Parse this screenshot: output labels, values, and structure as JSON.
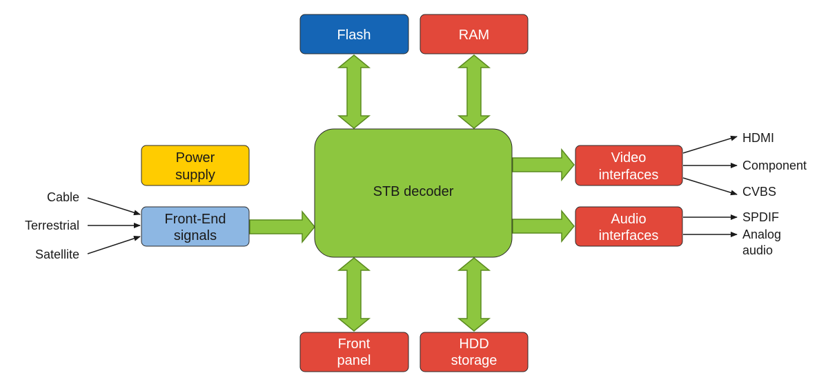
{
  "colors": {
    "flash": "#1565b5",
    "red_block": "#e2483a",
    "decoder": "#8dc63f",
    "power": "#ffcc00",
    "frontend": "#8db7e3",
    "arrow_fill": "#8dc63f",
    "arrow_stroke": "#5a8a1e",
    "line": "#1a1a1a"
  },
  "blocks": {
    "flash": "Flash",
    "ram": "RAM",
    "decoder": "STB decoder",
    "power": [
      "Power",
      "supply"
    ],
    "frontend": [
      "Front-End",
      "signals"
    ],
    "video": [
      "Video",
      "interfaces"
    ],
    "audio": [
      "Audio",
      "interfaces"
    ],
    "front_panel": [
      "Front",
      "panel"
    ],
    "hdd": [
      "HDD",
      "storage"
    ]
  },
  "inputs": [
    "Cable",
    "Terrestrial",
    "Satellite"
  ],
  "video_outputs": [
    "HDMI",
    "Component",
    "CVBS"
  ],
  "audio_outputs": [
    "SPDIF",
    "Analog",
    "audio"
  ]
}
